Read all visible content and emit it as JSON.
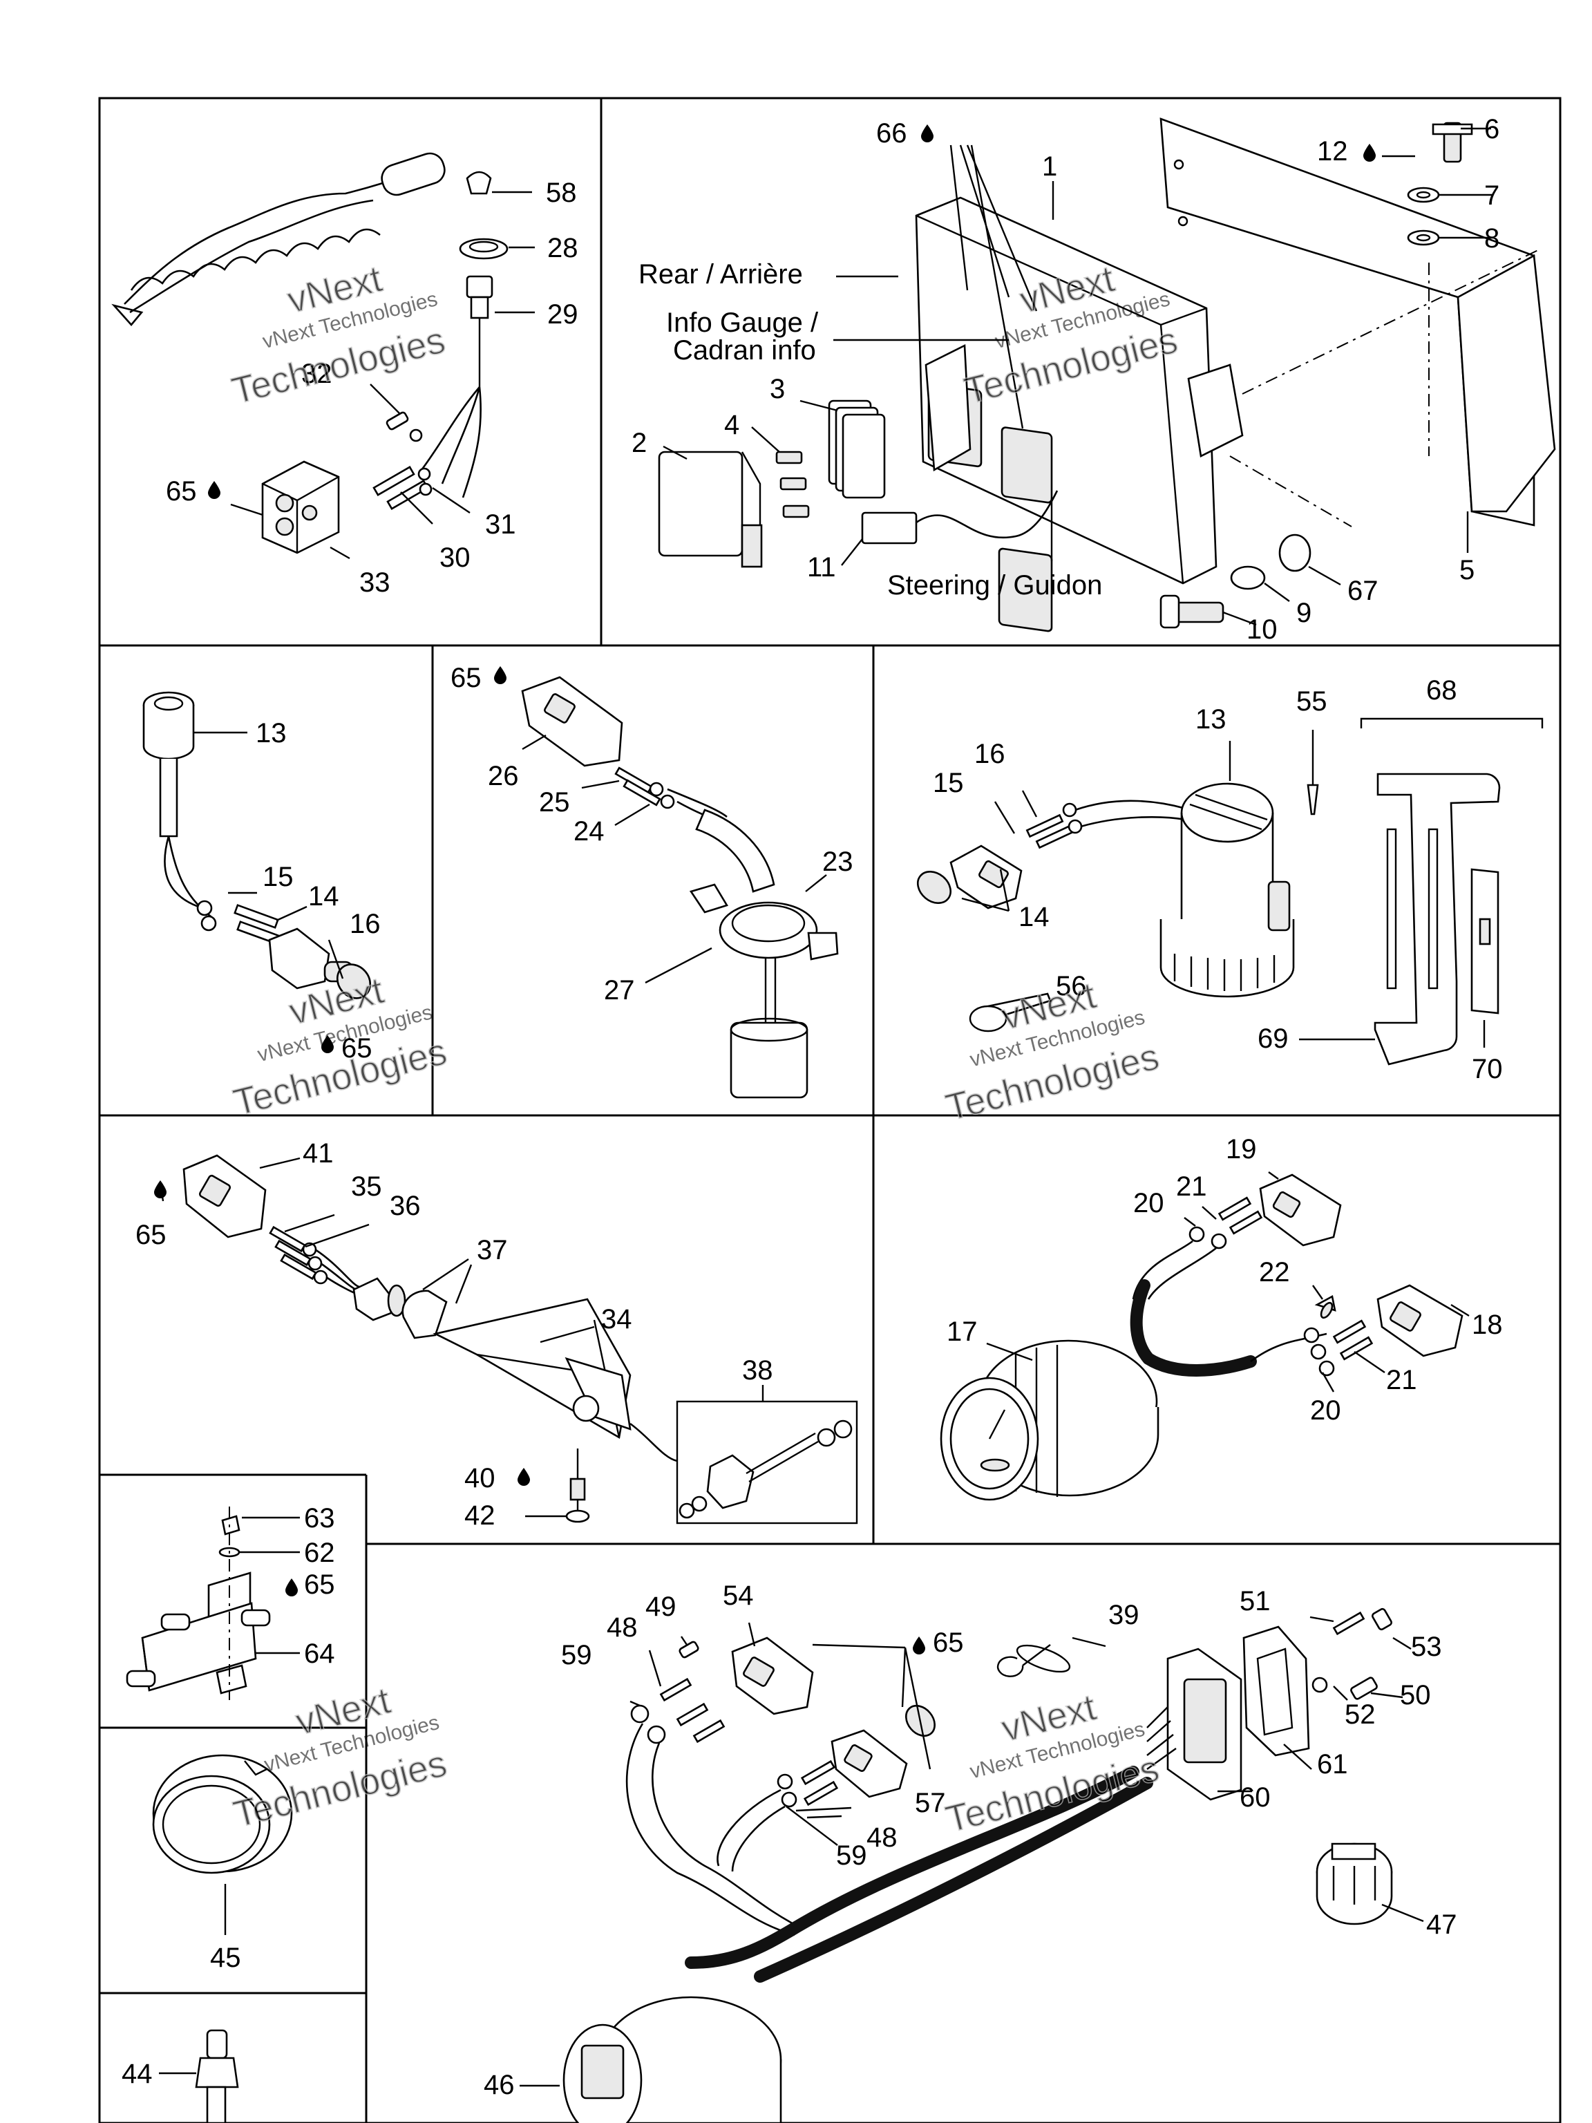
{
  "callouts": {
    "c1": "1",
    "c2": "2",
    "c3": "3",
    "c4": "4",
    "c5": "5",
    "c6": "6",
    "c7": "7",
    "c8": "8",
    "c9": "9",
    "c10": "10",
    "c11": "11",
    "c12": "12",
    "c13a": "13",
    "c13b": "13",
    "c14a": "14",
    "c14b": "14",
    "c15a": "15",
    "c15b": "15",
    "c16a": "16",
    "c16b": "16",
    "c17": "17",
    "c18": "18",
    "c19": "19",
    "c20a": "20",
    "c20b": "20",
    "c21a": "21",
    "c21b": "21",
    "c22": "22",
    "c23": "23",
    "c24": "24",
    "c25": "25",
    "c26": "26",
    "c27": "27",
    "c28": "28",
    "c29": "29",
    "c30": "30",
    "c31": "31",
    "c32": "32",
    "c33": "33",
    "c34": "34",
    "c35": "35",
    "c36": "36",
    "c37": "37",
    "c38": "38",
    "c39": "39",
    "c40": "40",
    "c41": "41",
    "c42": "42",
    "c44": "44",
    "c45": "45",
    "c46": "46",
    "c47": "47",
    "c48a": "48",
    "c48b": "48",
    "c49": "49",
    "c50": "50",
    "c51": "51",
    "c52": "52",
    "c53": "53",
    "c54": "54",
    "c55": "55",
    "c56": "56",
    "c57": "57",
    "c58": "58",
    "c59a": "59",
    "c59b": "59",
    "c60": "60",
    "c61": "61",
    "c62": "62",
    "c63": "63",
    "c64": "64",
    "c65a": "65",
    "c65b": "65",
    "c65c": "65",
    "c65d": "65",
    "c65e": "65",
    "c65f": "65",
    "c66": "66",
    "c67": "67",
    "c68": "68",
    "c69": "69",
    "c70": "70"
  },
  "annotations": {
    "rear": "Rear / Arrière",
    "info_gauge_1": "Info Gauge /",
    "info_gauge_2": "Cadran info",
    "steering": "Steering / Guidon"
  },
  "watermark": {
    "line1": "vNext",
    "line2": "vNext Technologies",
    "line3": "Technologies"
  },
  "icons": {
    "lubricant": "oil-drop-icon"
  },
  "colors": {
    "ink": "#000000",
    "watermark": "#999999",
    "background": "#ffffff"
  }
}
